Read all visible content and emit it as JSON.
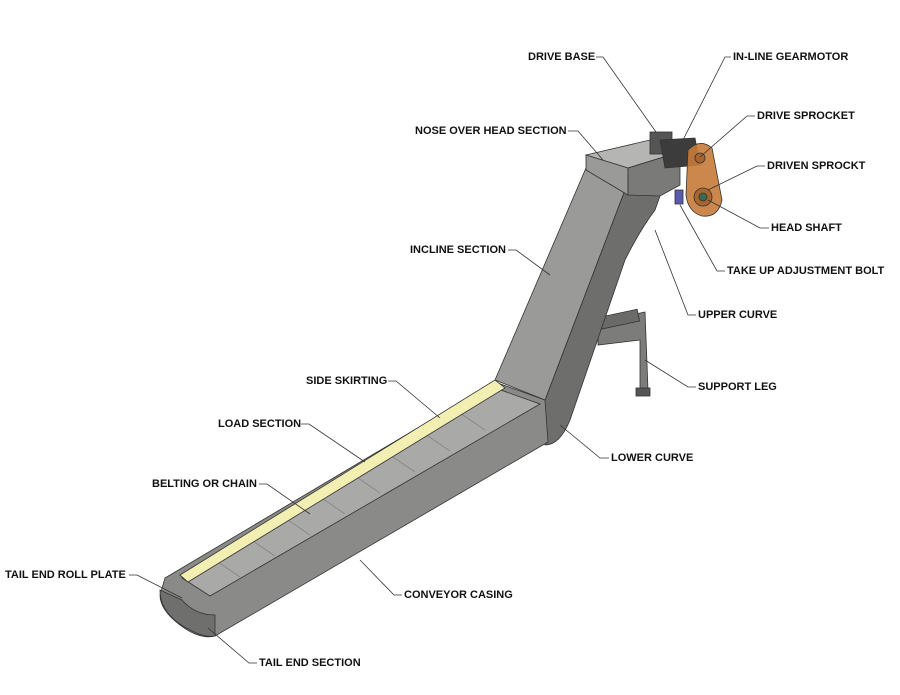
{
  "labels": {
    "drive_base": "DRIVE BASE",
    "inline_gearmotor": "IN-LINE GEARMOTOR",
    "nose_over_head": "NOSE OVER HEAD SECTION",
    "drive_sprocket": "DRIVE SPROCKET",
    "driven_sprocket": "DRIVEN SPROCKT",
    "head_shaft": "HEAD SHAFT",
    "incline_section": "INCLINE SECTION",
    "take_up_bolt": "TAKE UP ADJUSTMENT BOLT",
    "upper_curve": "UPPER CURVE",
    "support_leg": "SUPPORT LEG",
    "side_skirting": "SIDE SKIRTING",
    "load_section": "LOAD SECTION",
    "lower_curve": "LOWER CURVE",
    "belting_or_chain": "BELTING OR CHAIN",
    "tail_end_roll_plate": "TAIL END ROLL PLATE",
    "conveyor_casing": "CONVEYOR CASING",
    "tail_end_section": "TAIL END SECTION"
  },
  "colors": {
    "casing": "#8a8a88",
    "casing_dark": "#5f5f5e",
    "skirting": "#f3efb2",
    "guard": "#c77a3a"
  }
}
